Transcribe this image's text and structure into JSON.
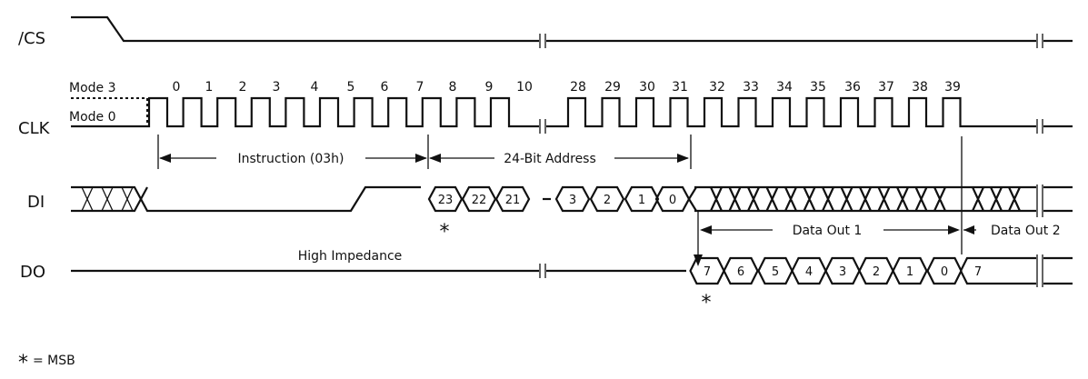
{
  "signals": {
    "cs": "/CS",
    "clk": "CLK",
    "di": "DI",
    "do": "DO"
  },
  "modes": {
    "mode3": "Mode 3",
    "mode0": "Mode 0"
  },
  "clock_labels": [
    "0",
    "1",
    "2",
    "3",
    "4",
    "5",
    "6",
    "7",
    "8",
    "9",
    "10",
    "28",
    "29",
    "30",
    "31",
    "32",
    "33",
    "34",
    "35",
    "36",
    "37",
    "38",
    "39"
  ],
  "spans": {
    "instruction": "Instruction (03h)",
    "address": "24-Bit Address",
    "data_out_1": "Data Out 1",
    "data_out_2": "Data Out 2"
  },
  "di_bits": [
    "23",
    "22",
    "21",
    "3",
    "2",
    "1",
    "0"
  ],
  "do_bits": [
    "7",
    "6",
    "5",
    "4",
    "3",
    "2",
    "1",
    "0",
    "7"
  ],
  "annotations": {
    "high_impedance": "High Impedance",
    "msb_marker": "*",
    "legend_star": "*",
    "legend_text": "= MSB"
  }
}
